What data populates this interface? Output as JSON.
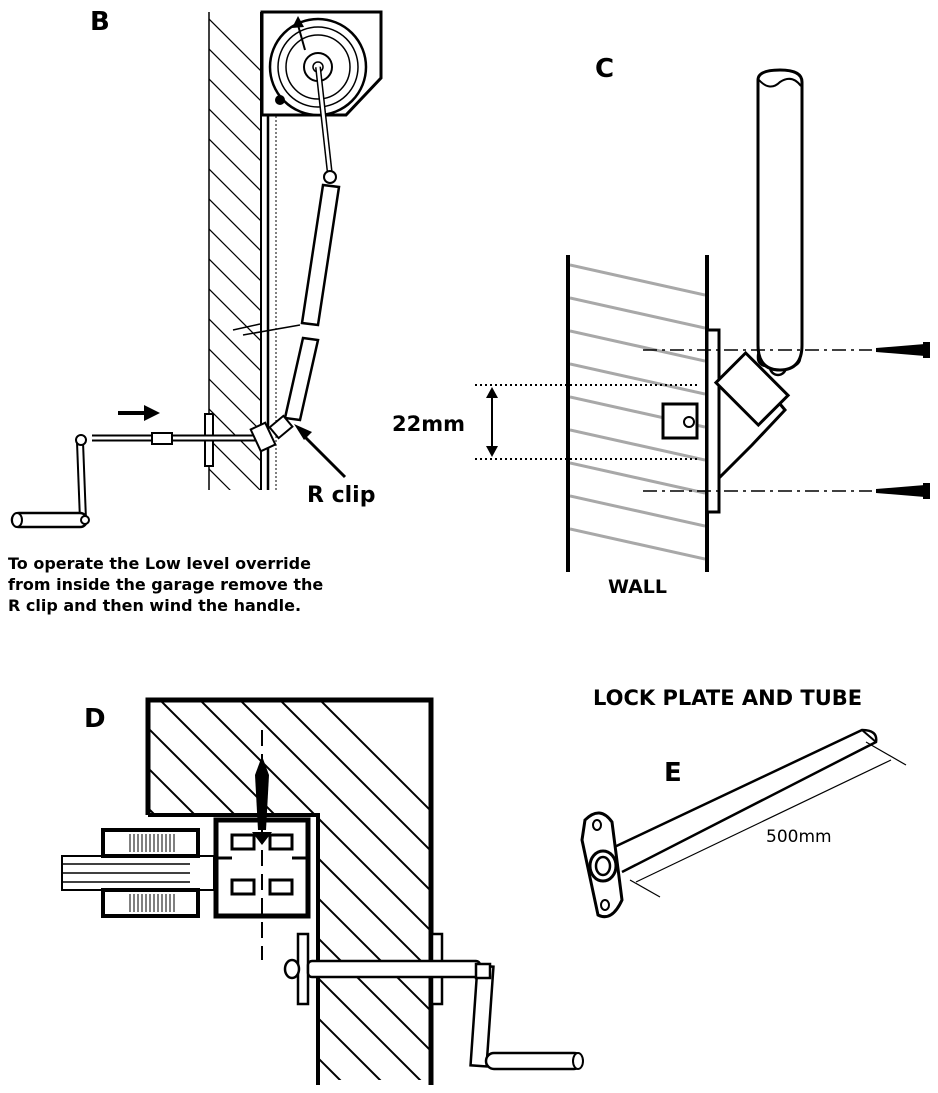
{
  "labels": {
    "b": "B",
    "c": "C",
    "d": "D",
    "e": "E",
    "r_clip": "R clip",
    "dimension_22": "22mm",
    "wall": "WALL",
    "lock_plate_title": "LOCK PLATE AND TUBE",
    "dimension_500": "500mm"
  },
  "caption": {
    "line1": "To operate the Low level override",
    "line2": "from inside the garage remove the",
    "line3": "R clip and then wind the handle."
  },
  "colors": {
    "ink": "#000000",
    "hatch_grey": "#a8a8a8"
  }
}
